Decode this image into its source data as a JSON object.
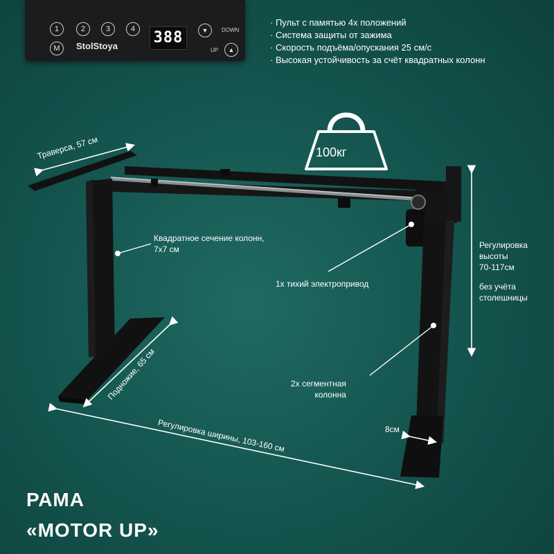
{
  "panel": {
    "buttons": [
      "1",
      "2",
      "3",
      "4"
    ],
    "memory_button": "M",
    "brand": "StolStoya",
    "display": "388",
    "down_label": "DOWN",
    "up_label": "UP"
  },
  "features": [
    "· Пульт с памятью 4х положений",
    "· Система защиты от зажима",
    "· Скорость подъёма/опускания 25 см/с",
    "· Высокая устойчивость за счёт квадратных колонн"
  ],
  "weight_label": "100кг",
  "labels": {
    "traverse": "Траверса, 57 см",
    "column_section_line1": "Квадратное сечение колонн,",
    "column_section_line2": "7х7 см",
    "motor": "1х тихий электропривод",
    "height_line1": "Регулировка",
    "height_line2": "высоты",
    "height_line3": "70-117см",
    "height_note_line1": "без учёта",
    "height_note_line2": "столешницы",
    "foot": "Подножие, 65 см",
    "segment_line1": "2х сегментная",
    "segment_line2": "колонна",
    "width": "Регулировка ширины, 103-160 см",
    "leg_width": "8см"
  },
  "title": {
    "line1": "РАМА",
    "line2": "«MOTOR UP»"
  }
}
